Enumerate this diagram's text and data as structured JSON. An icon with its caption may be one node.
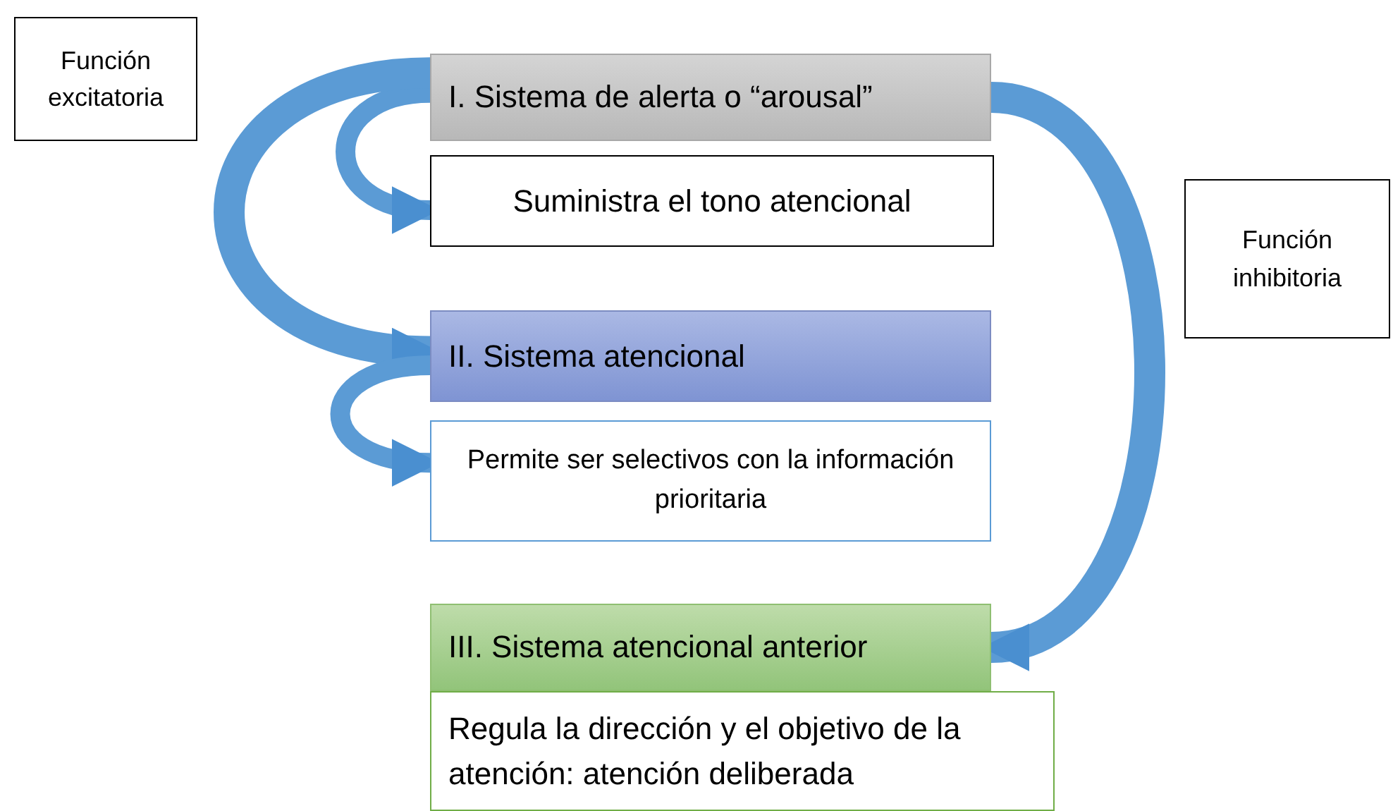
{
  "diagram": {
    "nodes": [
      {
        "text": [
          "Función excitatoria"
        ]
      },
      {
        "text": [
          "I. Sistema de alerta o “arousal”"
        ]
      },
      {
        "text": [
          "Suministra el tono atencional"
        ]
      },
      {
        "text": [
          "Función inhibitoria"
        ]
      },
      {
        "text": [
          "II. Sistema atencional"
        ]
      },
      {
        "text": [
          "Permite ser selectivos con la información prioritaria"
        ]
      },
      {
        "text": [
          "III. Sistema atencional anterior"
        ]
      },
      {
        "text": [
          "Regula la dirección y el objetivo de la atención: atención deliberada"
        ]
      }
    ],
    "edges": [
      {
        "from": 1,
        "to": 2,
        "arrow": "to"
      },
      {
        "from": 1,
        "to": 4,
        "arrow": "to"
      },
      {
        "from": 4,
        "to": 5,
        "arrow": "to"
      },
      {
        "from": 1,
        "to": 6,
        "arrow": "to"
      }
    ]
  }
}
